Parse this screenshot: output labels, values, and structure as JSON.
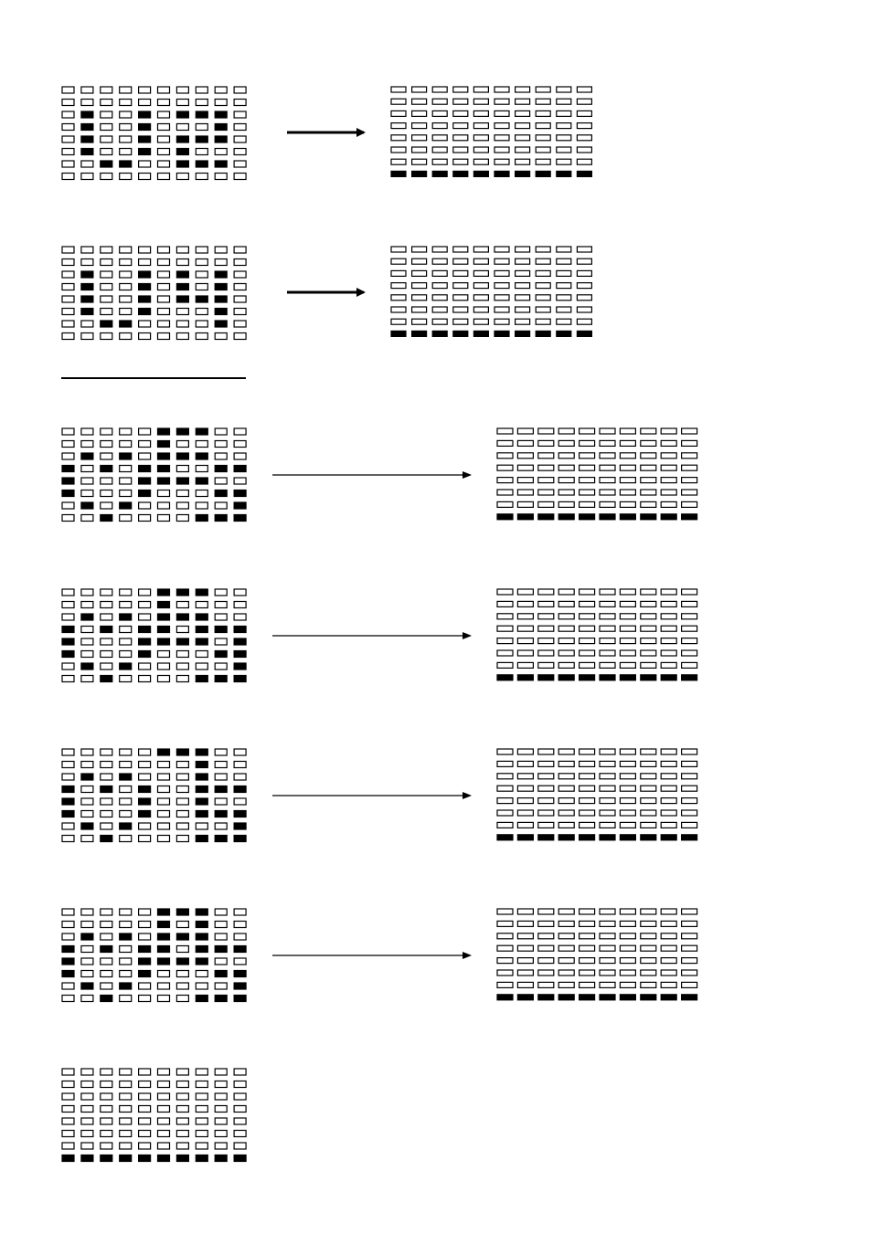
{
  "colors": {
    "on": "#000000",
    "off": "#ffffff",
    "stroke": "#000000"
  },
  "panels": [
    {
      "before": [
        "0000000000",
        "0000000000",
        "0100101110",
        "0100100010",
        "0100101110",
        "0100101000",
        "0011001110",
        "0000000000"
      ],
      "after": [
        "0000000000",
        "0000000000",
        "0000000000",
        "0000000000",
        "0000000000",
        "0000000000",
        "0000000000",
        "1111111111"
      ]
    },
    {
      "before": [
        "0000000000",
        "0000000000",
        "0100101010",
        "0100101010",
        "0100101110",
        "0100100010",
        "0011000010",
        "0000000000"
      ],
      "after": [
        "0000000000",
        "0000000000",
        "0000000000",
        "0000000000",
        "0000000000",
        "0000000000",
        "0000000000",
        "1111111111"
      ]
    },
    {
      "before": [
        "0000011100",
        "0000010000",
        "0101011100",
        "1010110011",
        "1000111100",
        "1000100011",
        "0101000001",
        "0010000111"
      ],
      "after": [
        "0000000000",
        "0000000000",
        "0000000000",
        "0000000000",
        "0000000000",
        "0000000000",
        "0000000000",
        "1111111111"
      ]
    },
    {
      "before": [
        "0000011100",
        "0000010000",
        "0101011100",
        "1010110111",
        "1000111101",
        "1000100011",
        "0101000001",
        "0010000111"
      ],
      "after": [
        "0000000000",
        "0000000000",
        "0000000000",
        "0000000000",
        "0000000000",
        "0000000000",
        "0000000000",
        "1111111111"
      ]
    },
    {
      "before": [
        "0000011100",
        "0000000100",
        "0101000100",
        "1010100111",
        "1000100100",
        "1000100111",
        "0101000001",
        "0010000111"
      ],
      "after": [
        "0000000000",
        "0000000000",
        "0000000000",
        "0000000000",
        "0000000000",
        "0000000000",
        "0000000000",
        "1111111111"
      ]
    },
    {
      "before": [
        "0000011100",
        "0000010100",
        "0101011100",
        "1010110111",
        "1000111100",
        "1000100011",
        "0101000001",
        "0010000111"
      ],
      "after": [
        "0000000000",
        "0000000000",
        "0000000000",
        "0000000000",
        "0000000000",
        "0000000000",
        "0000000000",
        "1111111111"
      ]
    },
    {
      "before": [
        "0000000000",
        "0000000000",
        "0000000000",
        "0000000000",
        "0000000000",
        "0000000000",
        "0000000000",
        "1111111111"
      ]
    }
  ]
}
